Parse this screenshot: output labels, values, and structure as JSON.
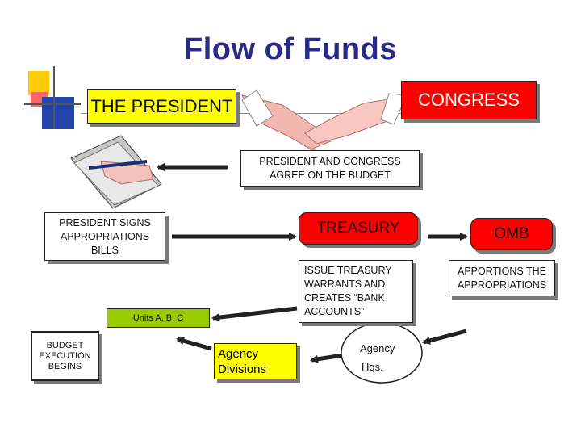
{
  "title": "Flow of Funds",
  "nodes": {
    "president": "THE PRESIDENT",
    "congress": "CONGRESS",
    "agree": [
      "PRESIDENT AND CONGRESS",
      "AGREE ON THE BUDGET"
    ],
    "signs": [
      "PRESIDENT SIGNS",
      "APPROPRIATIONS",
      "BILLS"
    ],
    "treasury": "TREASURY",
    "omb": "OMB",
    "issue": [
      "ISSUE TREASURY",
      "WARRANTS AND",
      "CREATES “BANK",
      "ACCOUNTS”"
    ],
    "apportions": [
      "APPORTIONS THE",
      "APPROPRIATIONS"
    ],
    "units": "Units A, B, C",
    "budget_exec": [
      "BUDGET",
      "EXECUTION",
      "BEGINS"
    ],
    "agency_div": [
      "Agency",
      "Divisions"
    ],
    "agency_hqs": [
      "Agency",
      "Hqs."
    ]
  },
  "colors": {
    "title": "#2a2a8a",
    "yellow": "#ffff00",
    "red": "#ff0000",
    "green": "#99cc00"
  }
}
